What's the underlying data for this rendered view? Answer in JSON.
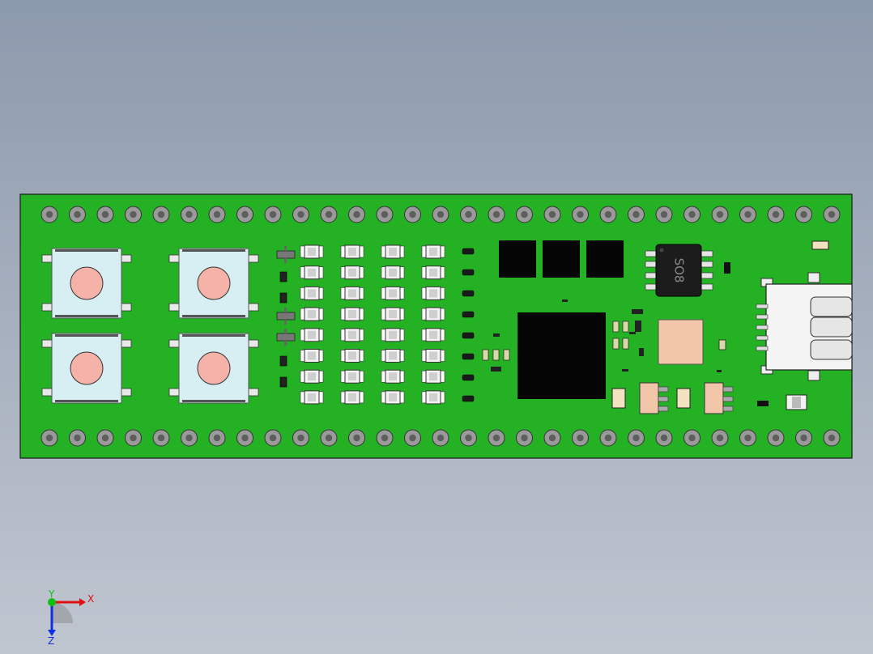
{
  "board": {
    "colors": {
      "pcb": "#24b224",
      "pcb_edge": "#1a1a1a",
      "pad_ring": "#9a9a9a",
      "pad_hole": "#5e5e5e",
      "button_body": "#d7eef3",
      "button_cap": "#f4b2a8",
      "chip": "#050505",
      "component_light": "#f2c6a8",
      "led_body": "#f2f2f2"
    },
    "header_top_count": 29,
    "header_bottom_count": 29,
    "push_button_count": 4,
    "led_array": {
      "rows": 8,
      "columns": 4
    },
    "resistor_column_count": 8,
    "ic_markings": {
      "soic8": "SO8"
    }
  },
  "axis_triad": {
    "x_label": "X",
    "y_label": "Y",
    "z_label": "Z",
    "x_color": "#e01010",
    "y_color": "#10c010",
    "z_color": "#1030e0"
  }
}
